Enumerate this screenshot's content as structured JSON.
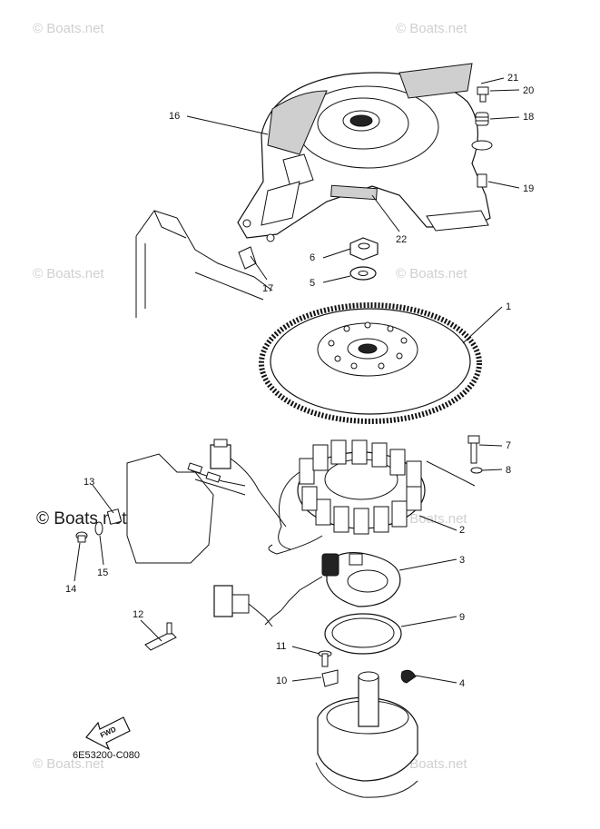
{
  "watermark": "© Boats.net",
  "diagram_code": "6E53200-C080",
  "fwd_label": "FWD",
  "callouts": [
    {
      "id": "1",
      "label": "1"
    },
    {
      "id": "2",
      "label": "2"
    },
    {
      "id": "3",
      "label": "3"
    },
    {
      "id": "4",
      "label": "4"
    },
    {
      "id": "5",
      "label": "5"
    },
    {
      "id": "6",
      "label": "6"
    },
    {
      "id": "7",
      "label": "7"
    },
    {
      "id": "8",
      "label": "8"
    },
    {
      "id": "9",
      "label": "9"
    },
    {
      "id": "10",
      "label": "10"
    },
    {
      "id": "11",
      "label": "11"
    },
    {
      "id": "12",
      "label": "12"
    },
    {
      "id": "13",
      "label": "13"
    },
    {
      "id": "14",
      "label": "14"
    },
    {
      "id": "15",
      "label": "15"
    },
    {
      "id": "16",
      "label": "16"
    },
    {
      "id": "17",
      "label": "17"
    },
    {
      "id": "18",
      "label": "18"
    },
    {
      "id": "19",
      "label": "19"
    },
    {
      "id": "20",
      "label": "20"
    },
    {
      "id": "21",
      "label": "21"
    },
    {
      "id": "22",
      "label": "22"
    }
  ]
}
